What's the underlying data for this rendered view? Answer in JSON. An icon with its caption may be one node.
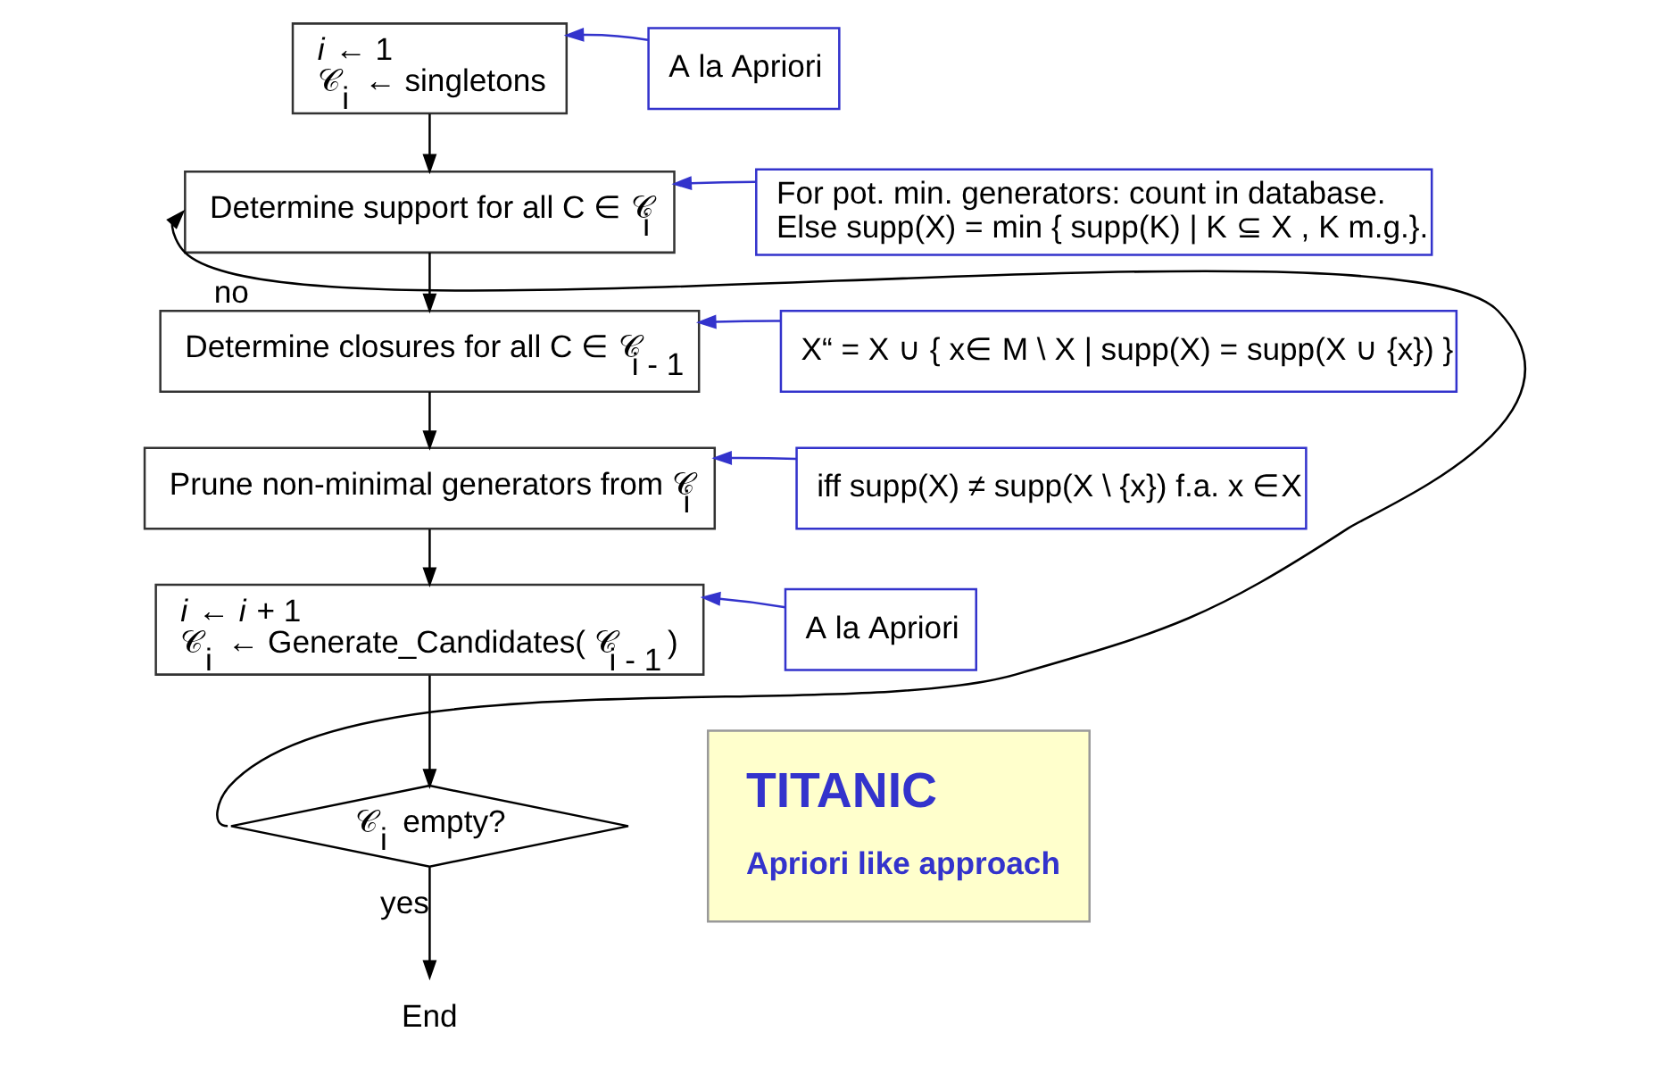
{
  "diagram": {
    "nodes": [
      {
        "text": [
          "*i* ← 1",
          "𝒞$_{i}$ ← singletons"
        ]
      },
      {
        "text": [
          "A la Apriori"
        ]
      },
      {
        "text": [
          "Determine support for all C ∈ 𝒞$_{i}$"
        ]
      },
      {
        "text": [
          "For pot. min. generators: count in database. Else supp(X) = min { supp(K) | K ⊆ X , K m.g.}."
        ]
      },
      {
        "text": [
          "Determine closures for all C ∈ 𝒞$_{i - 1}$"
        ]
      },
      {
        "text": [
          "X“ = X ∪ { x∈ M \\ X | supp(X) = supp(X ∪ {x}) }"
        ]
      },
      {
        "text": [
          "Prune non-minimal generators from 𝒞$_{i}$"
        ]
      },
      {
        "text": [
          "iff supp(X) ≠ supp(X \\ {x}) f.a. x ∈X"
        ]
      },
      {
        "text": [
          "*i* ← *i* + 1",
          "𝒞$_{i}$ ← Generate_Candidates( 𝒞$_{i - 1}$ )"
        ]
      },
      {
        "text": [
          "A la Apriori"
        ]
      },
      {
        "text": [
          "𝒞$_{i}$ empty?"
        ]
      },
      {
        "text": [
          "End"
        ]
      },
      {
        "text": [
          "TITANIC",
          "Apriori like approach"
        ]
      }
    ],
    "edges": [
      {
        "from": 0,
        "to": 2,
        "arrow": "to"
      },
      {
        "from": 2,
        "to": 4,
        "arrow": "to"
      },
      {
        "from": 4,
        "to": 6,
        "arrow": "to"
      },
      {
        "from": 6,
        "to": 8,
        "arrow": "to"
      },
      {
        "from": 8,
        "to": 10,
        "arrow": "to"
      },
      {
        "from": 10,
        "to": 2,
        "arrow": "to",
        "label": "no"
      },
      {
        "from": 10,
        "to": 11,
        "arrow": "to",
        "label": "yes"
      },
      {
        "from": 1,
        "to": 0,
        "arrow": "to",
        "color": "#3333cc"
      },
      {
        "from": 3,
        "to": 2,
        "arrow": "to",
        "color": "#3333cc"
      },
      {
        "from": 5,
        "to": 4,
        "arrow": "to",
        "color": "#3333cc"
      },
      {
        "from": 7,
        "to": 6,
        "arrow": "to",
        "color": "#3333cc"
      },
      {
        "from": 9,
        "to": 8,
        "arrow": "to",
        "color": "#3333cc"
      }
    ]
  }
}
